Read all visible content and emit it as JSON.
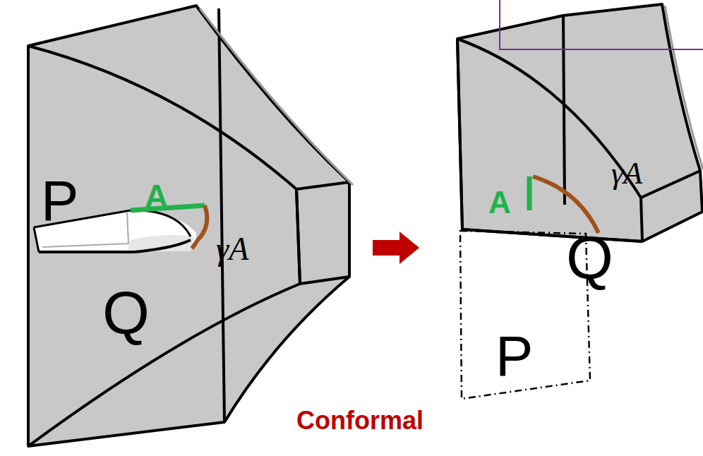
{
  "diagram": {
    "nodes": [
      {
        "text": [
          "P"
        ]
      }
    ],
    "labels": [
      "P",
      "A",
      "Q",
      "γA",
      "A",
      "γA",
      "Q",
      "Conformal"
    ]
  }
}
